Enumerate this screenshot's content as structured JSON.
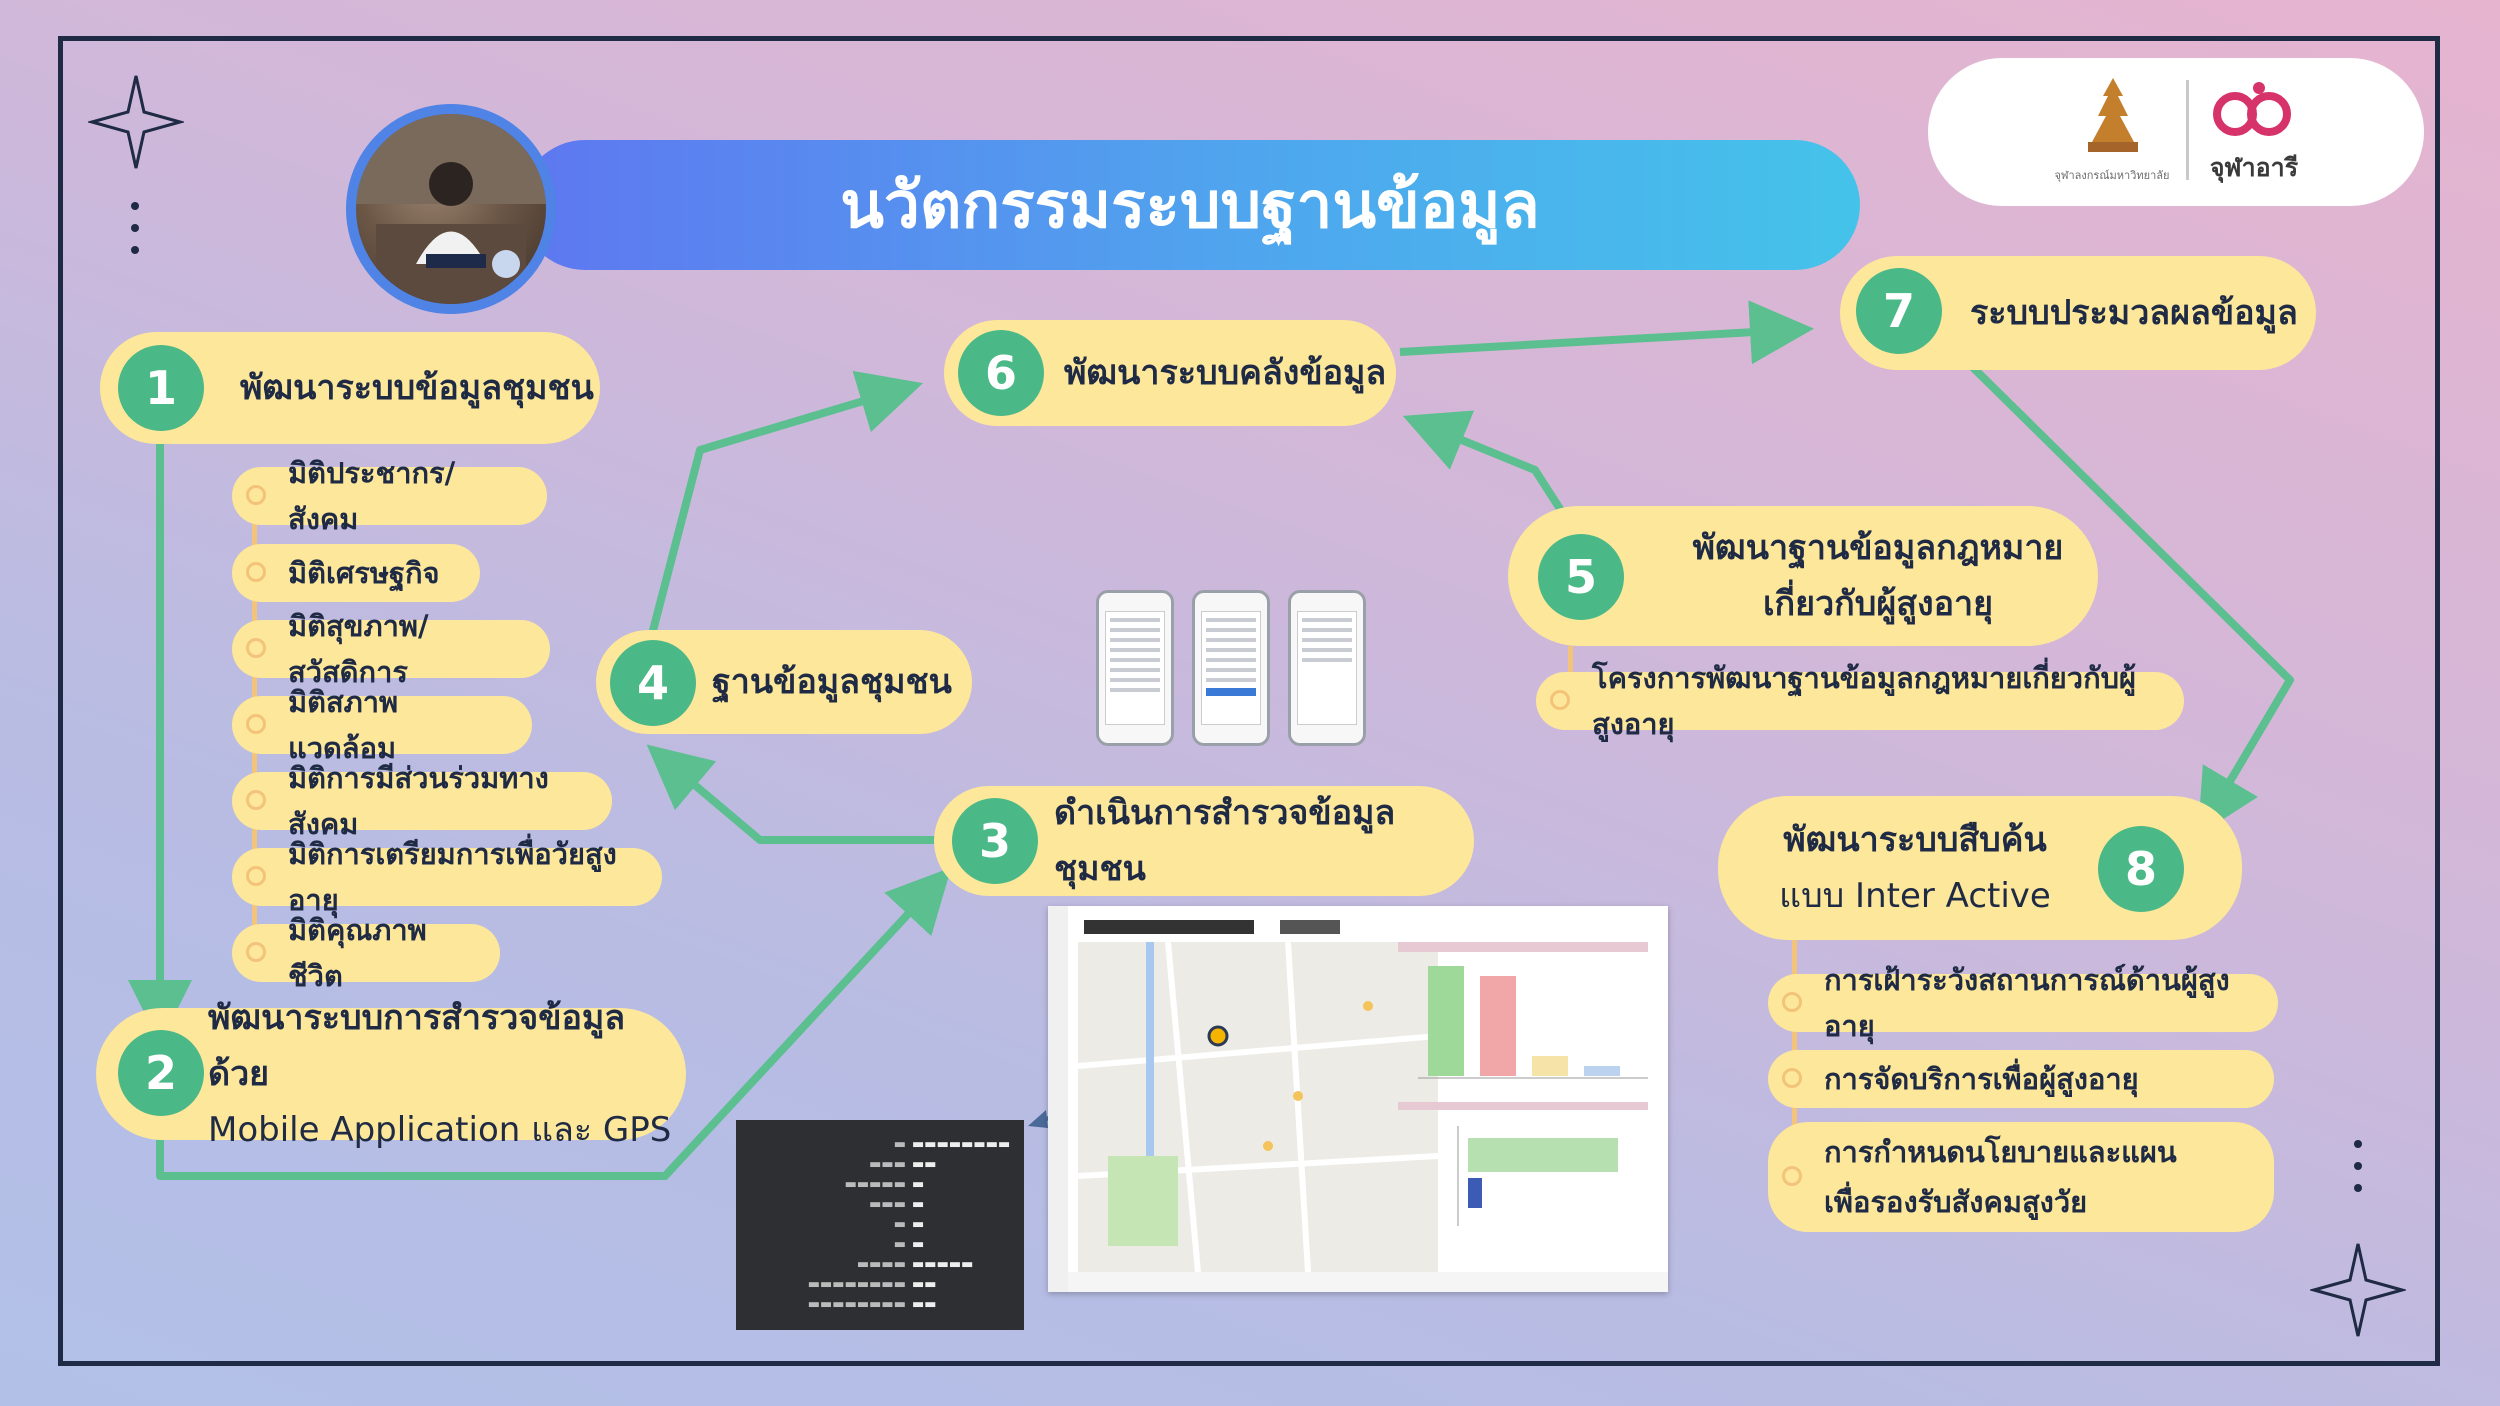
{
  "title": "นวัตกรรมระบบฐานข้อมูล",
  "logos": {
    "university": "จุฬาลงกรณ์มหาวิทยาลัย",
    "brand": "จุฬาอารี"
  },
  "steps": [
    {
      "num": "1",
      "label": "พัฒนาระบบข้อมูลชุมชน"
    },
    {
      "num": "2",
      "line1": "พัฒนาระบบการสำรวจข้อมูลด้วย",
      "line2": "Mobile Application และ GPS"
    },
    {
      "num": "3",
      "label": "ดำเนินการสำรวจข้อมูลชุมชน"
    },
    {
      "num": "4",
      "label": "ฐานข้อมูลชุมชน"
    },
    {
      "num": "5",
      "line1": "พัฒนาฐานข้อมูลกฎหมาย",
      "line2": "เกี่ยวกับผู้สูงอายุ"
    },
    {
      "num": "6",
      "label": "พัฒนาระบบคลังข้อมูล"
    },
    {
      "num": "7",
      "label": "ระบบประมวลผลข้อมูล"
    },
    {
      "num": "8",
      "line1": "พัฒนาระบบสืบค้น",
      "line2": "แบบ Inter Active"
    }
  ],
  "dimensions": [
    "มิติประชากร/สังคม",
    "มิติเศรษฐกิจ",
    "มิติสุขภาพ/สวัสดิการ",
    "มิติสภาพแวดล้อม",
    "มิติการมีส่วนร่วมทางสังคม",
    "มิติการเตรียมการเพื่อวัยสูงอายุ",
    "มิติคุณภาพชีวิต"
  ],
  "law_project": "โครงการพัฒนาฐานข้อมูลกฎหมายเกี่ยวกับผู้สูงอายุ",
  "search_uses": {
    "item1": "การเฝ้าระวังสถานการณ์ด้านผู้สูงอายุ",
    "item2": "การจัดบริการเพื่อผู้สูงอายุ",
    "item3_line1": "การกำหนดนโยบายและแผน",
    "item3_line2": "เพื่อรองรับสังคมสูงวัย"
  },
  "colors": {
    "pill": "#fde79a",
    "number": "#4bb888",
    "arrow": "#5cbf8f",
    "banner_start": "#5e77f0",
    "banner_end": "#44c3ea",
    "frame": "#1f2a44"
  }
}
